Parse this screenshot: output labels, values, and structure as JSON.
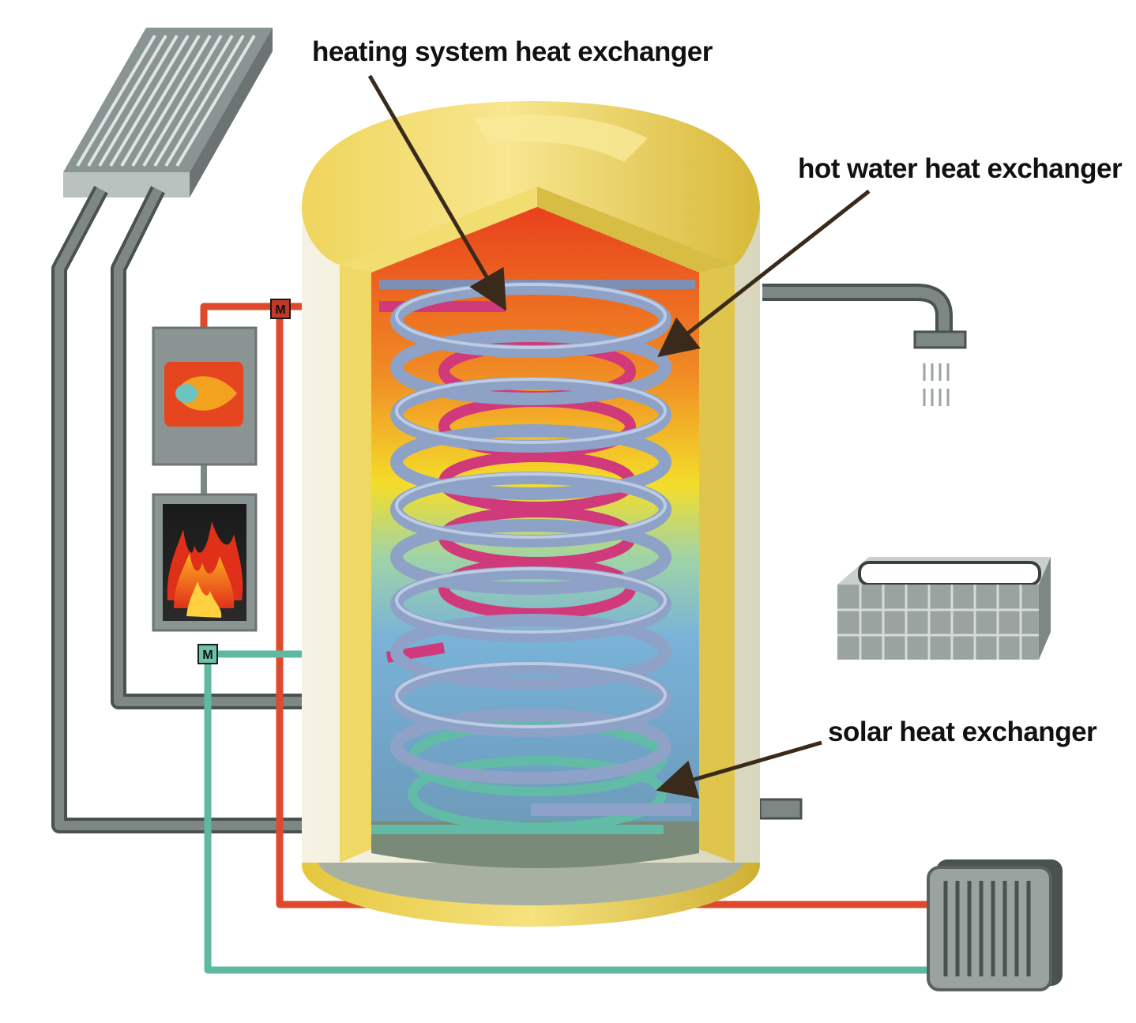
{
  "labels": {
    "heating_system_heat_exchanger": "heating system heat exchanger",
    "hot_water_heat_exchanger": "hot water heat exchanger",
    "solar_heat_exchanger": "solar heat exchanger"
  },
  "valves": {
    "upper_valve_letter": "M",
    "lower_valve_letter": "M"
  },
  "icons": [
    "solar-collector-icon",
    "burner-icon",
    "flame-icon",
    "shower-head-icon",
    "bathtub-icon",
    "radiator-icon",
    "motorized-valve-icon"
  ],
  "colors": {
    "heating_circuit": "#e04a2c",
    "solar_circuit": "#5fb8a2",
    "mains_pipe": "#596360",
    "tank_insulation": "#e8cf52",
    "hot_water_coil": "#8da2c6",
    "heating_coil": "#d03a7a",
    "solar_coil": "#62bba6"
  }
}
